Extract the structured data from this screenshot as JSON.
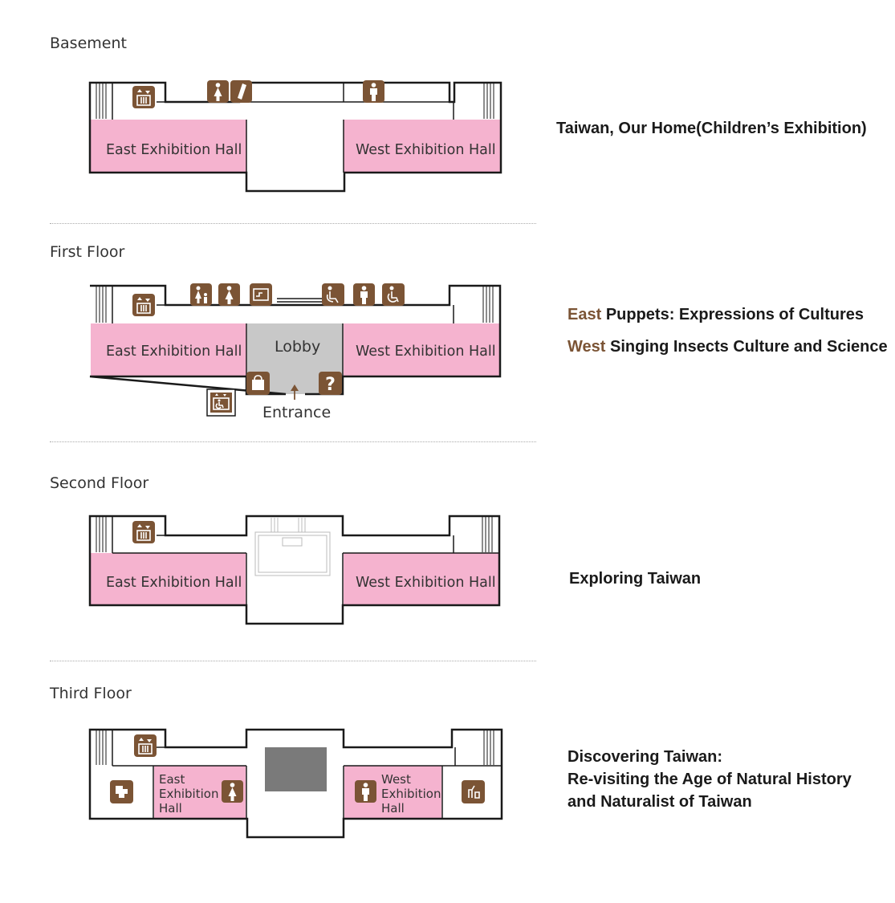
{
  "floors": [
    {
      "title": "Basement",
      "east_label": "East Exhibition Hall",
      "west_label": "West Exhibition Hall",
      "icons": [
        "elevator-icon",
        "restroom-women-icon",
        "nursing-room-icon",
        "restroom-men-icon"
      ],
      "exhibit": "Taiwan, Our Home(Children’s Exhibition)"
    },
    {
      "title": "First Floor",
      "east_label": "East Exhibition Hall",
      "west_label": "West Exhibition Hall",
      "lobby_label": "Lobby",
      "entrance_label": "Entrance",
      "icons": [
        "elevator-icon",
        "family-restroom-icon",
        "restroom-women-icon",
        "locker-icon",
        "wheelchair-rental-icon",
        "restroom-men-icon",
        "accessible-restroom-icon",
        "gift-shop-icon",
        "information-icon",
        "accessible-elevator-icon"
      ],
      "exhibits": [
        {
          "tag": "East",
          "title": "Puppets: Expressions of Cultures"
        },
        {
          "tag": "West",
          "title": "Singing Insects Culture and Science"
        }
      ]
    },
    {
      "title": "Second Floor",
      "east_label": "East Exhibition Hall",
      "west_label": "West Exhibition Hall",
      "icons": [
        "elevator-icon"
      ],
      "exhibit": "Exploring Taiwan"
    },
    {
      "title": "Third Floor",
      "east_label_lines": [
        "East",
        "Exhibition",
        "Hall"
      ],
      "west_label_lines": [
        "West",
        "Exhibition",
        "Hall"
      ],
      "icons": [
        "elevator-icon",
        "map-icon",
        "restroom-women-icon",
        "restroom-men-icon",
        "reading-room-icon"
      ],
      "exhibit_lines": [
        "Discovering Taiwan:",
        "Re-visiting the Age of Natural History",
        "and Naturalist of Taiwan"
      ]
    }
  ],
  "colors": {
    "hall": "#f5b3cf",
    "icon": "#7b5435",
    "lobby": "#c8c8c8",
    "atrium": "#7a7a7a"
  }
}
